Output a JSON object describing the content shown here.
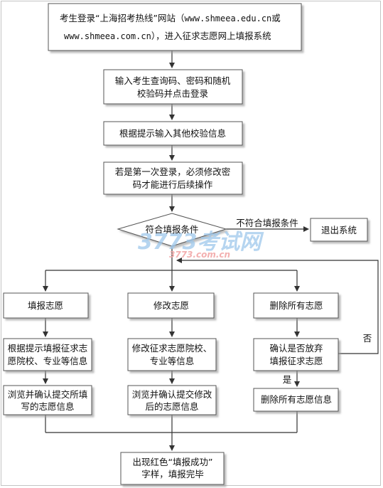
{
  "steps": {
    "login_site": {
      "line1_a": "考生登录“上海招考热线”网站（",
      "line1_url": "www.shmeea.edu.cn",
      "line1_b": "或",
      "line2_url": "www.shmeea.com.cn",
      "line2_b": "），进入征求志愿网上填报系统"
    },
    "enter_codes": {
      "line1": "输入考生查询码、密码和随机",
      "line2": "校验码并点击登录"
    },
    "enter_verify": {
      "line1": "根据提示输入其他校验信息"
    },
    "first_login": {
      "line1": "若是第一次登录，必须修改密",
      "line2": "码才能进行后续操作"
    },
    "condition": {
      "label": "符合填报条件",
      "no_label": "不符合填报条件"
    },
    "exit": {
      "label": "退出系统"
    },
    "fill": {
      "title": "填报志愿",
      "step1_line1": "根据提示填报征求志",
      "step1_line2": "愿院校、专业等信息",
      "step2_line1": "浏览并确认提交所填",
      "step2_line2": "写的志愿信息"
    },
    "modify": {
      "title": "修改志愿",
      "step1_line1": "修改征求志愿院校、",
      "step1_line2": "专业等信息",
      "step2_line1": "浏览并确认提交修改",
      "step2_line2": "后的志愿信息"
    },
    "delete": {
      "title": "删除所有志愿",
      "confirm_line1": "确认是否放弃",
      "confirm_line2": "填报征求志愿",
      "yes_label": "是",
      "no_label": "否",
      "step2": "删除所有志愿信息"
    },
    "finish": {
      "line1": "出现红色“填报成功”",
      "line2": "字样，填报完毕"
    }
  },
  "watermark": {
    "main": "3773考试网",
    "url": "3773.com.cn"
  }
}
